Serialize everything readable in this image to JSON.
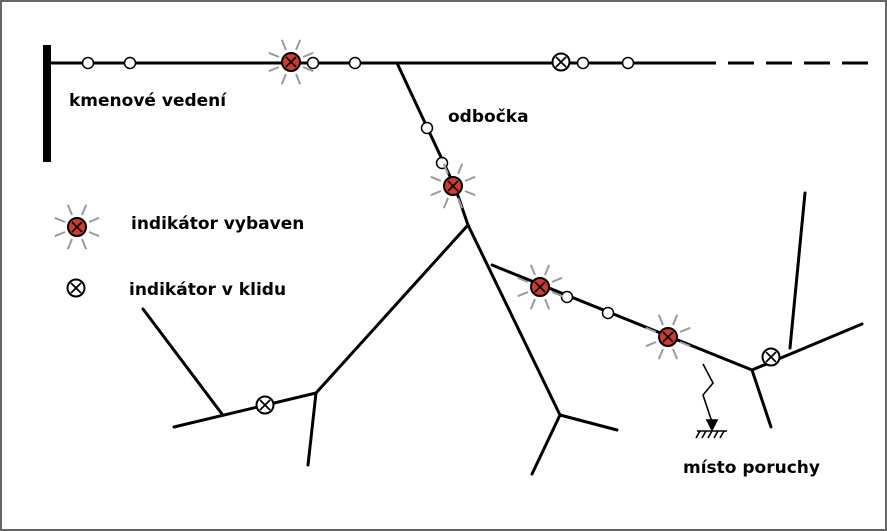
{
  "labels": {
    "trunk": "kmenové vedení",
    "branch": "odbočka",
    "legend_tripped": "indikátor vybaven",
    "legend_idle": "indikátor v klidu",
    "fault": "místo poruchy"
  },
  "colors": {
    "frame": "#666666",
    "line": "#000000",
    "tripped_fill": "#d23a2f",
    "tripped_rays": "#9a9a9a",
    "idle_fill": "#ffffff",
    "insulator_fill": "#ffffff"
  },
  "icons": {
    "tripped": "indicator-tripped-icon",
    "idle": "indicator-idle-icon",
    "insulator": "insulator-icon",
    "ground": "ground-icon",
    "fault_arrow": "lightning-arrow-icon"
  }
}
